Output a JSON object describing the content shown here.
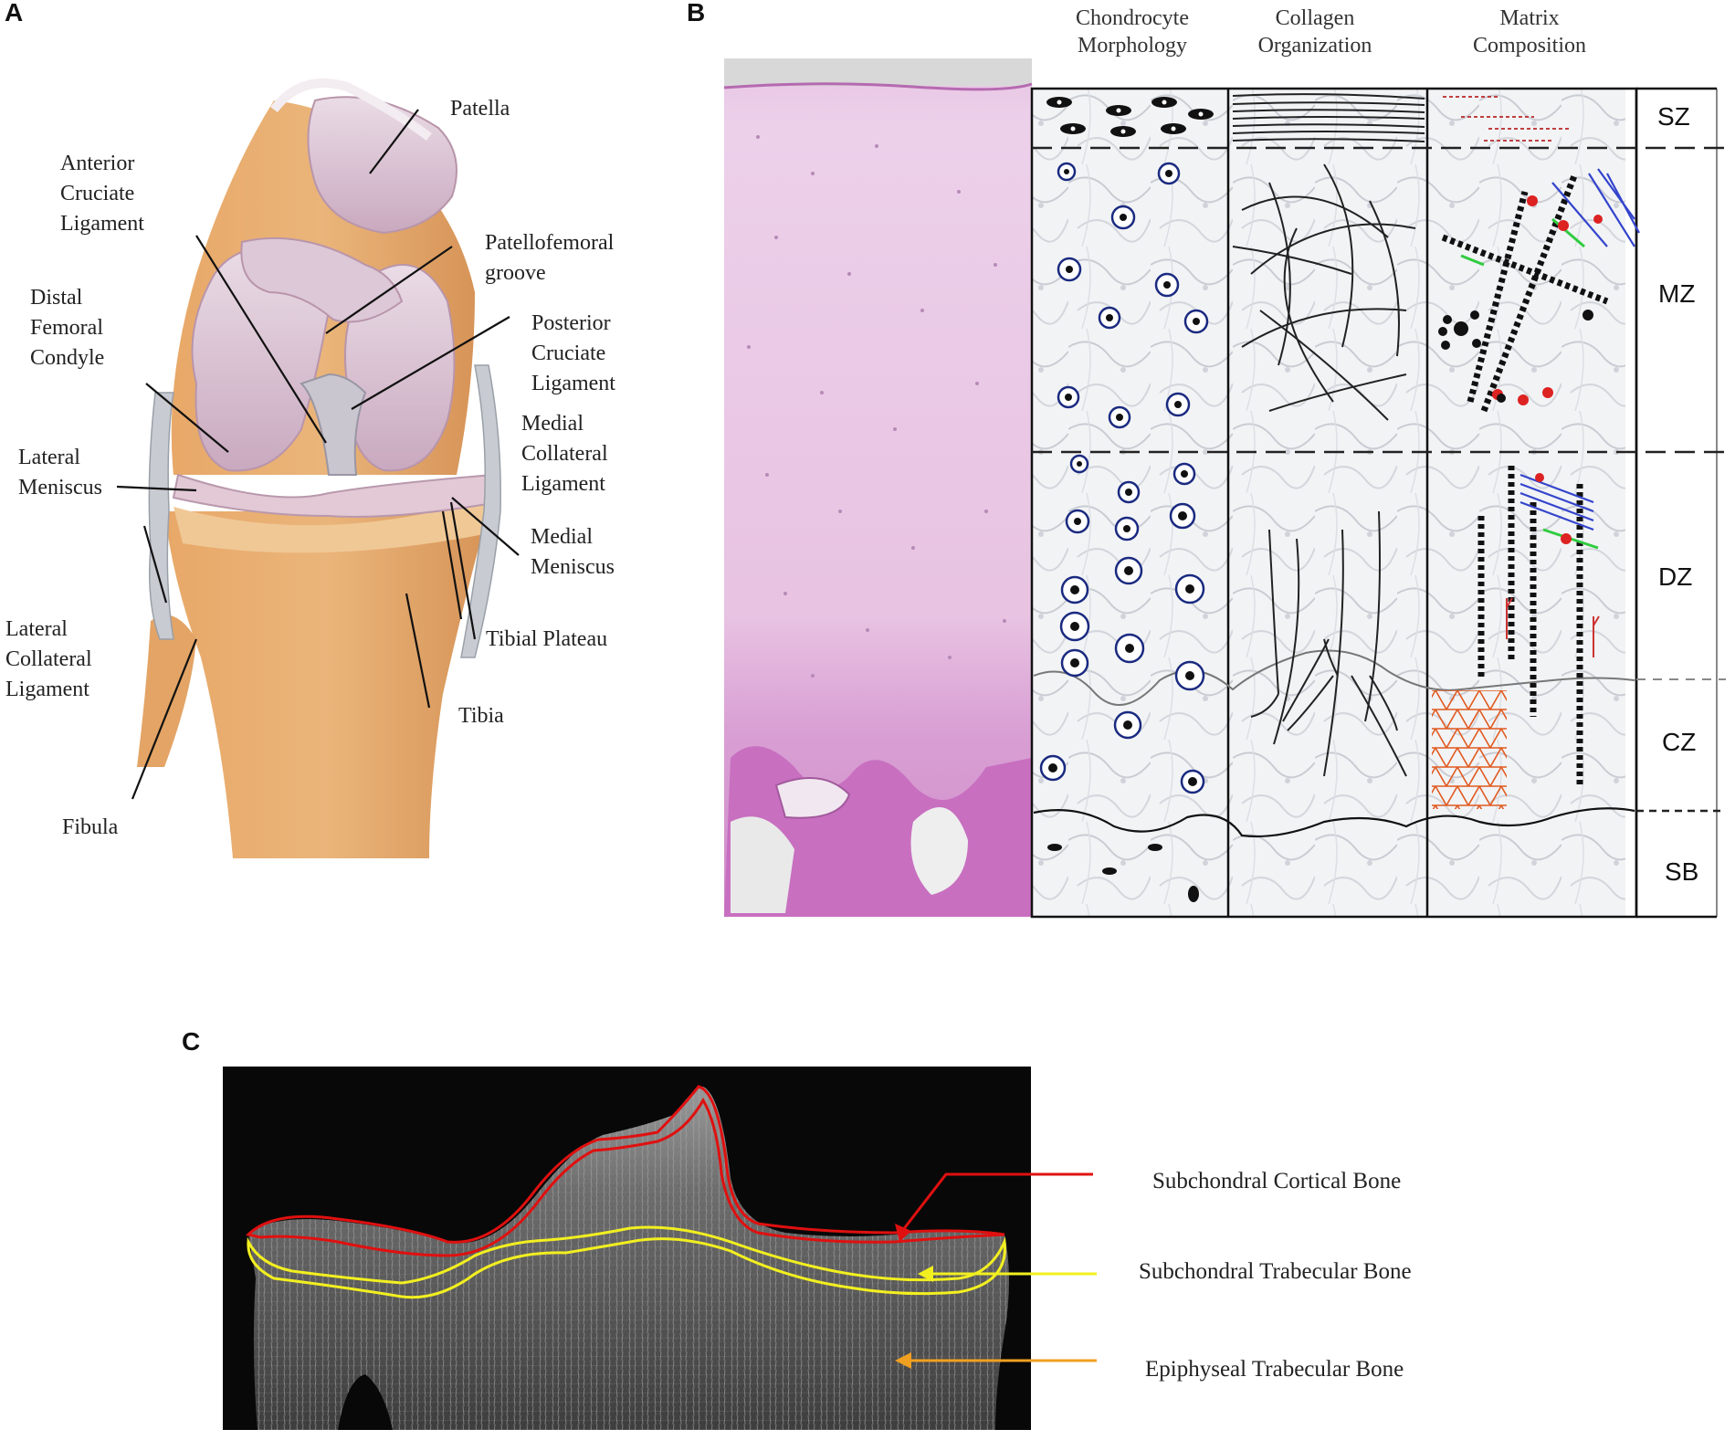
{
  "panels": {
    "a": {
      "letter": "A",
      "labels": {
        "patella": "Patella",
        "acl": "Anterior\nCruciate\nLigament",
        "pf_groove": "Patellofemoral\ngroove",
        "distal_femoral": "Distal\nFemoral\nCondyle",
        "pcl": "Posterior\nCruciate\nLigament",
        "mcl": "Medial\nCollateral\nLigament",
        "lateral_meniscus": "Lateral\nMeniscus",
        "medial_meniscus": "Medial\nMeniscus",
        "tibial_plateau": "Tibial Plateau",
        "lcl": "Lateral\nCollateral\nLigament",
        "tibia": "Tibia",
        "fibula": "Fibula"
      }
    },
    "b": {
      "letter": "B",
      "columns": {
        "chondrocyte": "Chondrocyte\nMorphology",
        "collagen": "Collagen\nOrganization",
        "matrix": "Matrix\nComposition"
      },
      "zones": [
        "SZ",
        "MZ",
        "DZ",
        "CZ",
        "SB"
      ]
    },
    "c": {
      "letter": "C",
      "legend": {
        "cortical": "Subchondral Cortical Bone",
        "subchondral_trabecular": "Subchondral Trabecular Bone",
        "epiphyseal": "Epiphyseal Trabecular Bone"
      },
      "colors": {
        "cortical": "#e01010",
        "subchondral_trabecular": "#f2ef20",
        "epiphyseal": "#f0a020"
      }
    }
  }
}
